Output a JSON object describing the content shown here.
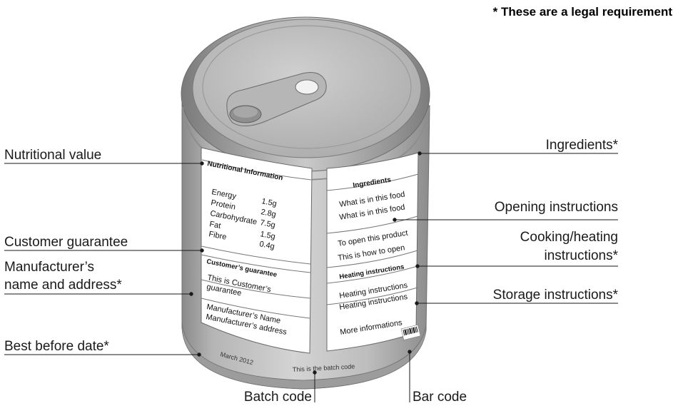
{
  "legal_note": "* These are a legal requirement",
  "callouts": {
    "nutritional_value": "Nutritional value",
    "customer_guarantee": "Customer guarantee",
    "manufacturer_line1": "Manufacturer’s",
    "manufacturer_line2": "name and address*",
    "best_before": "Best before date*",
    "batch_code": "Batch code",
    "bar_code": "Bar code",
    "ingredients": "Ingredients*",
    "opening": "Opening instructions",
    "cooking_line1": "Cooking/heating",
    "cooking_line2": "instructions*",
    "storage": "Storage instructions*"
  },
  "left_label": {
    "nutrition_title": "Nutritional Information",
    "nutrition_rows": [
      {
        "name": "Energy",
        "value": "1.5g"
      },
      {
        "name": "Protein",
        "value": "2.8g"
      },
      {
        "name": "Carbohydrate",
        "value": "7.5g"
      },
      {
        "name": "Fat",
        "value": "1.5g"
      },
      {
        "name": "Fibre",
        "value": "0.4g"
      }
    ],
    "guarantee_title": "Customer’s guarantee",
    "guarantee_line1": "This is Customer’s",
    "guarantee_line2": "guarantee",
    "manufacturer_name": "Manufacturer’s Name",
    "manufacturer_address": "Manufacturer’s address"
  },
  "right_label": {
    "ingredients_title": "Ingredients",
    "ingredients_line1": "What is in this food",
    "ingredients_line2": "What is in this food",
    "open_line1": "To open this product",
    "open_line2": "This is how to open",
    "heating_title": "Heating instructions",
    "heating_line1": "Heating instructions",
    "heating_line2": "Heating instructions",
    "more": "More informations"
  },
  "can_text": {
    "best_before_date": "March 2012",
    "batch_code_text": "This is the batch code"
  }
}
